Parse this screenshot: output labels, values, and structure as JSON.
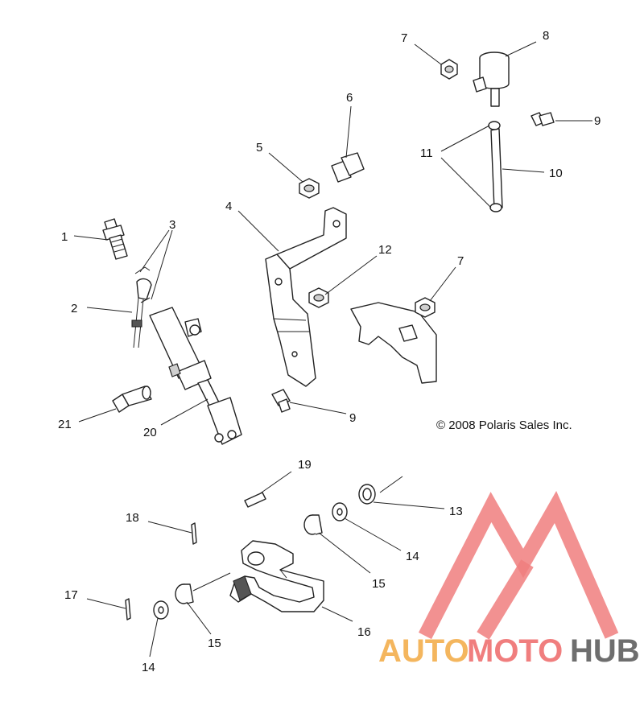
{
  "callouts": [
    {
      "n": "1"
    },
    {
      "n": "2"
    },
    {
      "n": "3"
    },
    {
      "n": "4"
    },
    {
      "n": "5"
    },
    {
      "n": "6"
    },
    {
      "n": "7"
    },
    {
      "n": "7"
    },
    {
      "n": "8"
    },
    {
      "n": "9"
    },
    {
      "n": "9"
    },
    {
      "n": "10"
    },
    {
      "n": "11"
    },
    {
      "n": "12"
    },
    {
      "n": "13"
    },
    {
      "n": "14"
    },
    {
      "n": "14"
    },
    {
      "n": "15"
    },
    {
      "n": "15"
    },
    {
      "n": "16"
    },
    {
      "n": "17"
    },
    {
      "n": "18"
    },
    {
      "n": "19"
    },
    {
      "n": "20"
    },
    {
      "n": "21"
    }
  ],
  "copyright": "© 2008 Polaris Sales Inc.",
  "watermark": {
    "part1": "AUTO",
    "part2": "MOTO",
    "part3": "HUB",
    "colors": {
      "auto": "#f4b65e",
      "moto": "#f07e7e",
      "hub": "#6e6e6e"
    }
  }
}
